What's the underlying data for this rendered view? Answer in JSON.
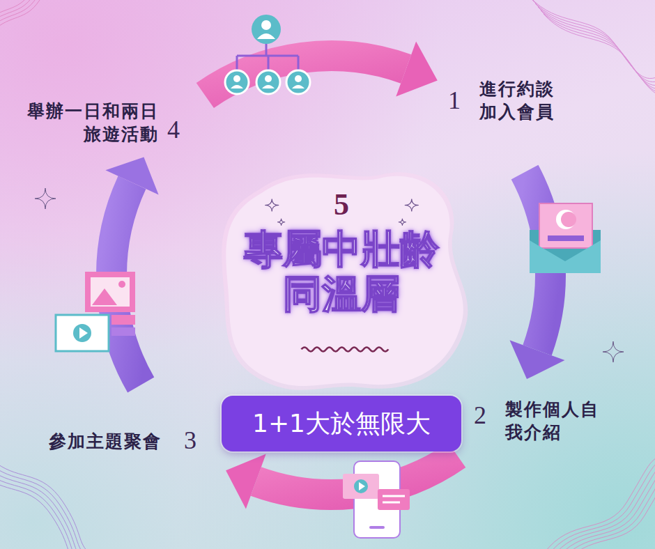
{
  "diagram": {
    "nodes": [
      {
        "text": [
          "5",
          "專屬中壯齡 同溫層"
        ]
      },
      {
        "text": [
          "1+1大於無限大"
        ]
      }
    ],
    "labels": [
      "舉辦一日和兩日 旅遊活動",
      "4",
      "1",
      "進行約談 加入會員",
      "2",
      "製作個人自 我介紹",
      "參加主題聚會",
      "3"
    ]
  }
}
